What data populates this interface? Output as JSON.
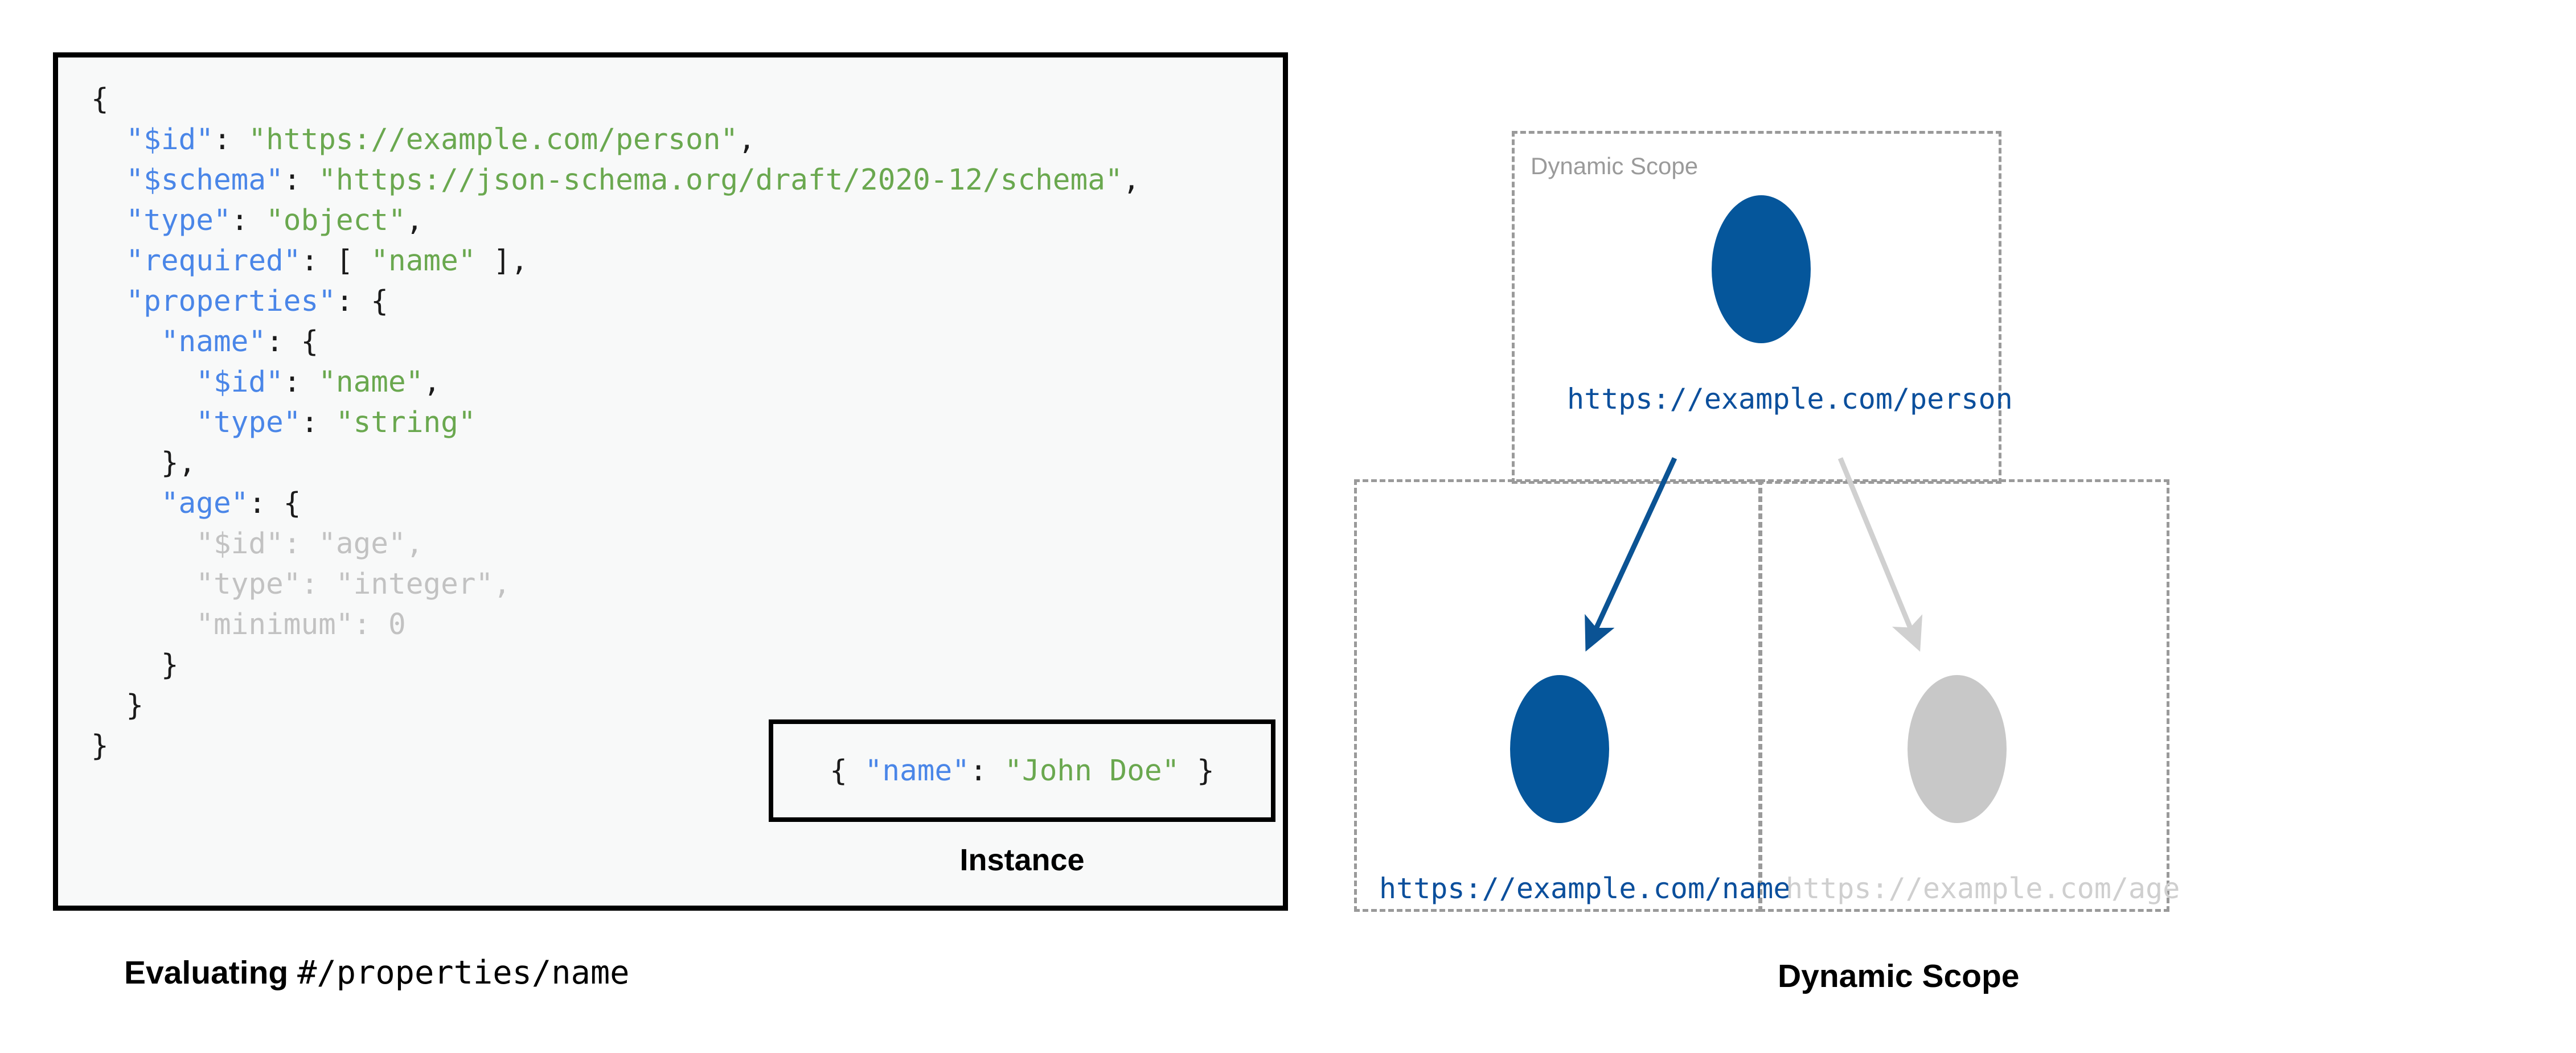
{
  "figure": {
    "left_caption_bold": "Evaluating ",
    "left_caption_mono": "#/properties/name",
    "right_caption": "Dynamic Scope"
  },
  "schema_panel": {
    "name": "json-schema-code-block",
    "background_color": "#f8f9f9",
    "border_color": "#000000",
    "syntax_colors": {
      "key": "#4a86e8",
      "string": "#6aa84f",
      "punctuation": "#1b1b1b",
      "dimmed": "#c2c2c2"
    },
    "lines": [
      {
        "indent": 0,
        "tokens": [
          {
            "t": "{",
            "c": "p"
          }
        ]
      },
      {
        "indent": 1,
        "tokens": [
          {
            "t": "\"$id\"",
            "c": "k"
          },
          {
            "t": ": ",
            "c": "p"
          },
          {
            "t": "\"https://example.com/person\"",
            "c": "s"
          },
          {
            "t": ",",
            "c": "p"
          }
        ]
      },
      {
        "indent": 1,
        "tokens": [
          {
            "t": "\"$schema\"",
            "c": "k"
          },
          {
            "t": ": ",
            "c": "p"
          },
          {
            "t": "\"https://json-schema.org/draft/2020-12/schema\"",
            "c": "s"
          },
          {
            "t": ",",
            "c": "p"
          }
        ]
      },
      {
        "indent": 1,
        "tokens": [
          {
            "t": "\"type\"",
            "c": "k"
          },
          {
            "t": ": ",
            "c": "p"
          },
          {
            "t": "\"object\"",
            "c": "s"
          },
          {
            "t": ",",
            "c": "p"
          }
        ]
      },
      {
        "indent": 1,
        "tokens": [
          {
            "t": "\"required\"",
            "c": "k"
          },
          {
            "t": ": [ ",
            "c": "p"
          },
          {
            "t": "\"name\"",
            "c": "s"
          },
          {
            "t": " ],",
            "c": "p"
          }
        ]
      },
      {
        "indent": 1,
        "tokens": [
          {
            "t": "\"properties\"",
            "c": "k"
          },
          {
            "t": ": {",
            "c": "p"
          }
        ]
      },
      {
        "indent": 2,
        "tokens": [
          {
            "t": "\"name\"",
            "c": "k"
          },
          {
            "t": ": {",
            "c": "p"
          }
        ]
      },
      {
        "indent": 3,
        "tokens": [
          {
            "t": "\"$id\"",
            "c": "k"
          },
          {
            "t": ": ",
            "c": "p"
          },
          {
            "t": "\"name\"",
            "c": "s"
          },
          {
            "t": ",",
            "c": "p"
          }
        ]
      },
      {
        "indent": 3,
        "tokens": [
          {
            "t": "\"type\"",
            "c": "k"
          },
          {
            "t": ": ",
            "c": "p"
          },
          {
            "t": "\"string\"",
            "c": "s"
          }
        ]
      },
      {
        "indent": 2,
        "tokens": [
          {
            "t": "},",
            "c": "p"
          }
        ]
      },
      {
        "indent": 2,
        "tokens": [
          {
            "t": "\"age\"",
            "c": "k"
          },
          {
            "t": ": {",
            "c": "p"
          }
        ]
      },
      {
        "indent": 3,
        "tokens": [
          {
            "t": "\"$id\": \"age\",",
            "c": "dim"
          }
        ]
      },
      {
        "indent": 3,
        "tokens": [
          {
            "t": "\"type\": \"integer\",",
            "c": "dim"
          }
        ]
      },
      {
        "indent": 3,
        "tokens": [
          {
            "t": "\"minimum\": 0",
            "c": "dim"
          }
        ]
      },
      {
        "indent": 2,
        "tokens": [
          {
            "t": "}",
            "c": "p"
          }
        ]
      },
      {
        "indent": 1,
        "tokens": [
          {
            "t": "}",
            "c": "p"
          }
        ]
      },
      {
        "indent": 0,
        "tokens": [
          {
            "t": "}",
            "c": "p"
          }
        ]
      }
    ]
  },
  "instance": {
    "caption": "Instance",
    "code_tokens": [
      {
        "t": "{ ",
        "c": "p"
      },
      {
        "t": "\"name\"",
        "c": "k"
      },
      {
        "t": ": ",
        "c": "p"
      },
      {
        "t": "\"John Doe\"",
        "c": "s"
      },
      {
        "t": " }",
        "c": "p"
      }
    ]
  },
  "diagram": {
    "scope_label": "Dynamic Scope",
    "scope_border_color": "#9a9a9a",
    "active_color": "#05569b",
    "inactive_color": "#c8c8c8",
    "nodes": [
      {
        "id": "person",
        "label": "https://example.com/person",
        "state": "active",
        "color": "#05569b",
        "label_color": "#0b4f9c"
      },
      {
        "id": "name",
        "label": "https://example.com/name",
        "state": "active",
        "color": "#05569b",
        "label_color": "#0b4f9c"
      },
      {
        "id": "age",
        "label": "https://example.com/age",
        "state": "inactive",
        "color": "#c8c8c8",
        "label_color": "#cfcfcf"
      }
    ],
    "edges": [
      {
        "from": "person",
        "to": "name",
        "state": "active",
        "color": "#0b5394"
      },
      {
        "from": "person",
        "to": "age",
        "state": "inactive",
        "color": "#d0d0d0"
      }
    ]
  }
}
